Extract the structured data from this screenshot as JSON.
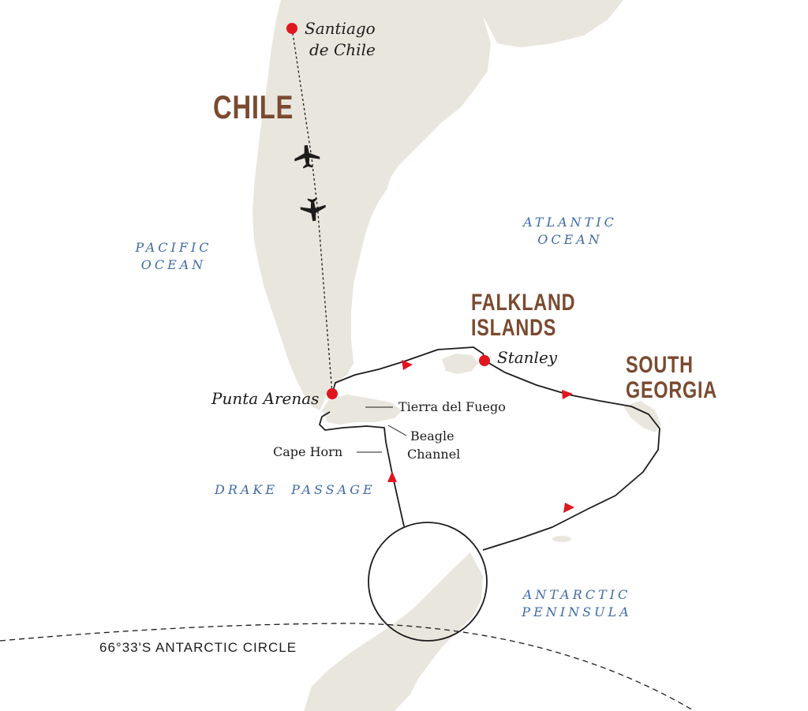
{
  "colors": {
    "land": "#e9e6dd",
    "sea": "#ffffff",
    "route": "#1c1c1c",
    "marker": "#e0161e",
    "country_label": "#7a4a30",
    "ocean_label": "#3f6aa6"
  },
  "countries": {
    "chile": "CHILE",
    "falkland_line1": "FALKLAND",
    "falkland_line2": "ISLANDS",
    "south_georgia_line1": "SOUTH",
    "south_georgia_line2": "GEORGIA"
  },
  "cities": {
    "santiago_line1": "Santiago",
    "santiago_line2": "de Chile",
    "punta_arenas": "Punta Arenas",
    "stanley": "Stanley"
  },
  "places": {
    "tierra_del_fuego": "Tierra del Fuego",
    "beagle_line1": "Beagle",
    "beagle_line2": "Channel",
    "cape_horn": "Cape Horn"
  },
  "oceans": {
    "pacific_line1": "PACIFIC",
    "pacific_line2": "OCEAN",
    "atlantic_line1": "ATLANTIC",
    "atlantic_line2": "OCEAN",
    "drake_passage": "DRAKE PASSAGE",
    "antarctic_line1": "ANTARCTIC",
    "antarctic_line2": "PENINSULA"
  },
  "antarctic_circle": "66°33'S ANTARCTIC CIRCLE",
  "icons": [
    "airplane-icon",
    "location-marker-icon",
    "direction-arrow-icon"
  ]
}
